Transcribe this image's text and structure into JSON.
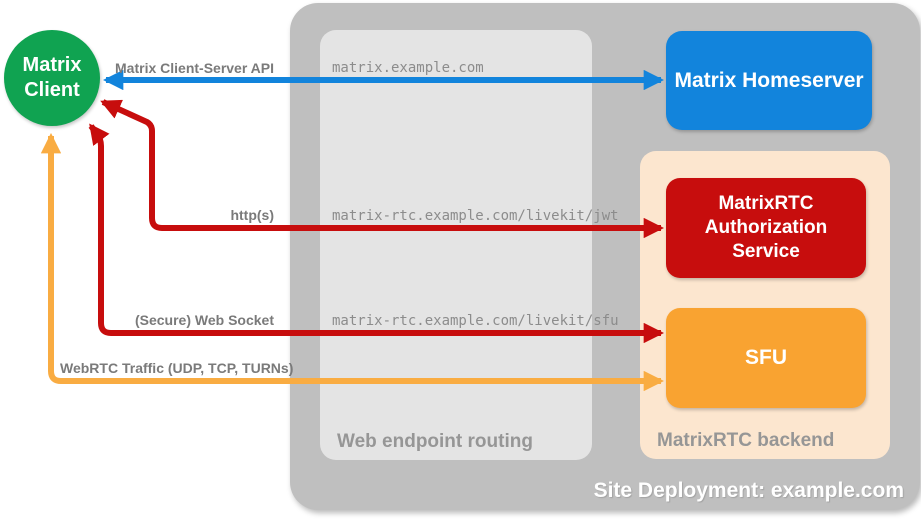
{
  "title": "MatrixRTC site deployment diagram",
  "colors": {
    "green": "#10A351",
    "blue": "#1284DC",
    "red": "#C70D0D",
    "orange": "#F9A331",
    "orange_arrow": "#F9AC42",
    "peach": "#FCE6CF",
    "outer_gray": "#BFBFBF",
    "inner_gray": "#E4E4E4",
    "caption_gray": "#969696",
    "label_gray": "#7A7A7A",
    "mono_gray": "#8C8C8C"
  },
  "nodes": {
    "client": {
      "label": "Matrix Client"
    },
    "homeserver": {
      "label": "Matrix Homeserver"
    },
    "auth": {
      "label": "MatrixRTC Authorization Service"
    },
    "sfu": {
      "label": "SFU"
    }
  },
  "containers": {
    "site": {
      "label": "Site Deployment: example.com"
    },
    "routing": {
      "label": "Web endpoint routing"
    },
    "backend": {
      "label": "MatrixRTC backend"
    }
  },
  "arrows": [
    {
      "id": "client-server-api",
      "label": "Matrix Client-Server API",
      "endpoint": "matrix.example.com",
      "color": "blue",
      "from": "Matrix Client",
      "to": "Matrix Homeserver",
      "bidirectional": true
    },
    {
      "id": "https",
      "label": "http(s)",
      "endpoint": "matrix-rtc.example.com/livekit/jwt",
      "color": "red",
      "from": "Matrix Client",
      "to": "MatrixRTC Authorization Service",
      "bidirectional": true
    },
    {
      "id": "websocket",
      "label": "(Secure) Web Socket",
      "endpoint": "matrix-rtc.example.com/livekit/sfu",
      "color": "red",
      "from": "Matrix Client",
      "to": "SFU",
      "bidirectional": true
    },
    {
      "id": "webrtc",
      "label": "WebRTC Traffic (UDP, TCP, TURNs)",
      "endpoint": "",
      "color": "orange",
      "from": "Matrix Client",
      "to": "SFU",
      "bidirectional": true
    }
  ]
}
